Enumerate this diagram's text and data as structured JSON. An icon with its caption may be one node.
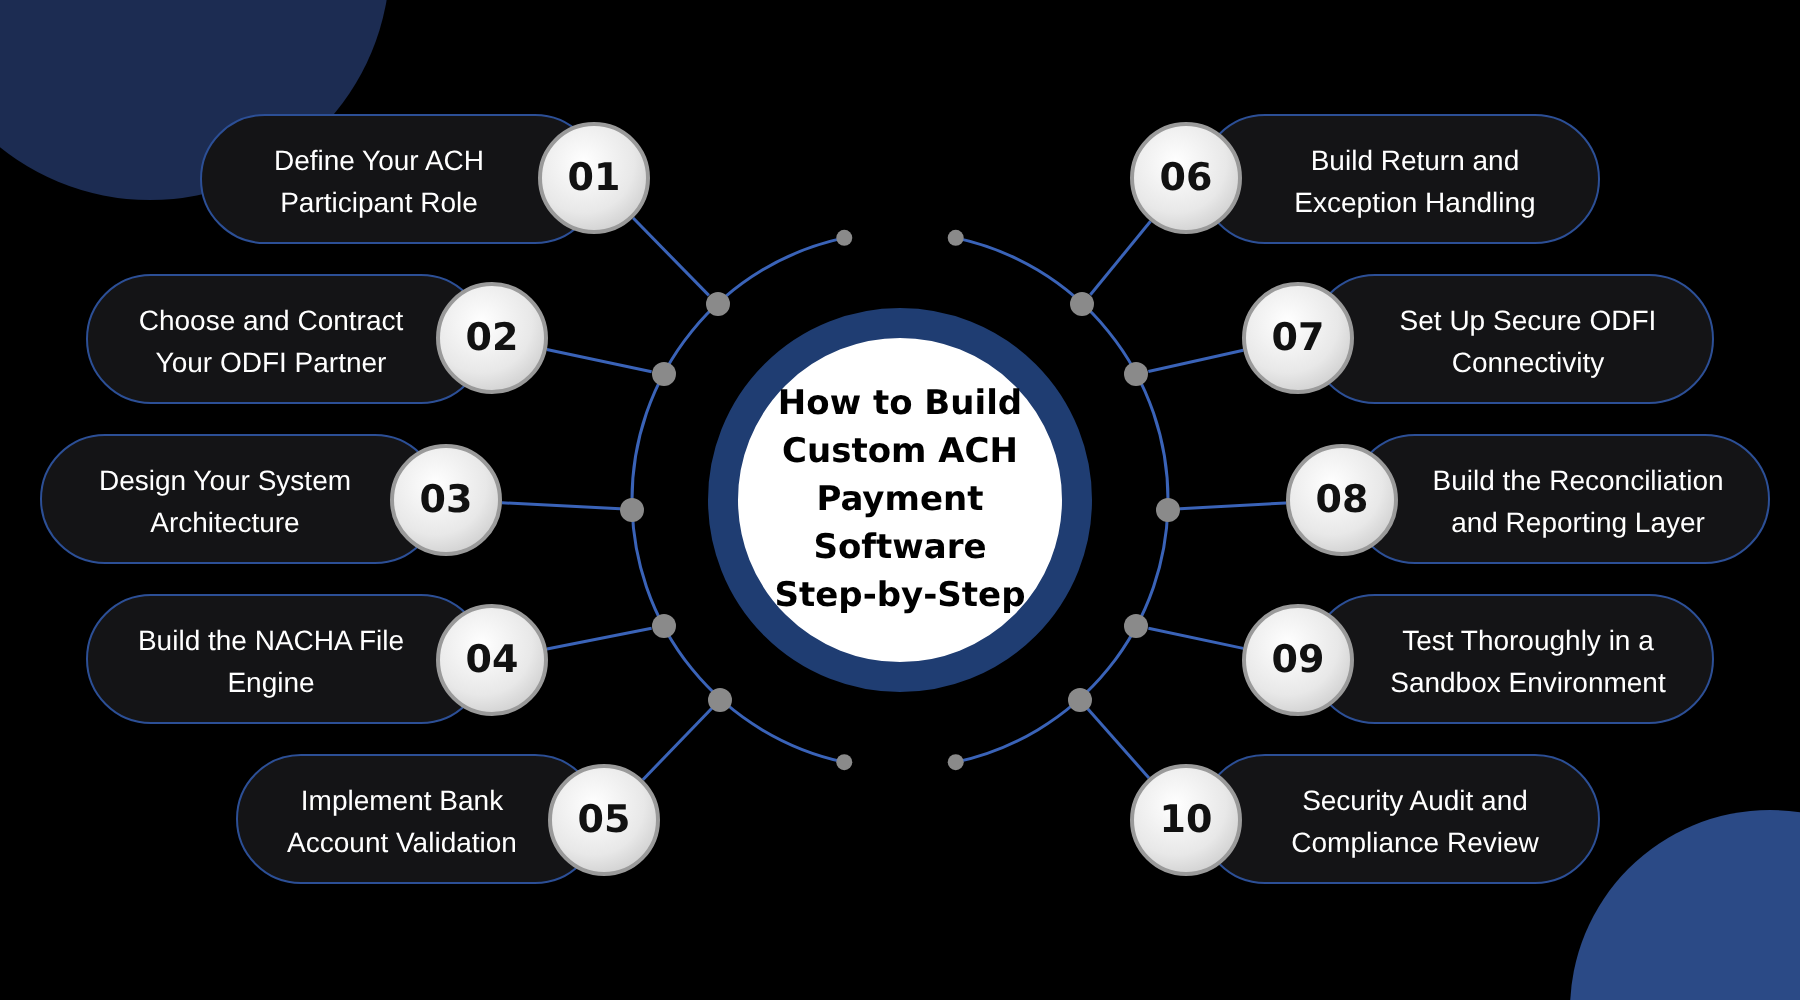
{
  "diagram": {
    "nodes": [
      {
        "text": [
          "How to Build Custom ACH Payment Software Step-by-Step"
        ]
      },
      {
        "text": [
          "Define Your ACH Participant Role",
          "01"
        ]
      },
      {
        "text": [
          "Choose and Contract Your ODFI Partner",
          "02"
        ]
      },
      {
        "text": [
          "Design Your System Architecture",
          "03"
        ]
      },
      {
        "text": [
          "Build the NACHA File Engine",
          "04"
        ]
      },
      {
        "text": [
          "Implement Bank Account Validation",
          "05"
        ]
      },
      {
        "text": [
          "06",
          "Build Return and Exception Handling"
        ]
      },
      {
        "text": [
          "07",
          "Set Up Secure ODFI Connectivity"
        ]
      },
      {
        "text": [
          "08",
          "Build the Reconciliation and Reporting Layer"
        ]
      },
      {
        "text": [
          "09",
          "Test Thoroughly in a Sandbox Environment"
        ]
      },
      {
        "text": [
          "10",
          "Security Audit and Compliance Review"
        ]
      },
      {
        "text": [],
        "shape": "circle"
      },
      {
        "text": [],
        "shape": "circle"
      },
      {
        "text": [],
        "shape": "circle"
      },
      {
        "text": [],
        "shape": "circle"
      },
      {
        "text": [],
        "shape": "circle"
      },
      {
        "text": [],
        "shape": "circle"
      },
      {
        "text": [],
        "shape": "circle"
      },
      {
        "text": [],
        "shape": "circle"
      },
      {
        "text": [],
        "shape": "circle"
      },
      {
        "text": [],
        "shape": "circle"
      }
    ],
    "edges": [
      {
        "from": 1,
        "to": 11,
        "arrow": "none"
      },
      {
        "from": 2,
        "to": 12,
        "arrow": "none"
      },
      {
        "from": 3,
        "to": 13,
        "arrow": "none"
      },
      {
        "from": 4,
        "to": 14,
        "arrow": "none"
      },
      {
        "from": 5,
        "to": 15,
        "arrow": "none"
      },
      {
        "from": 6,
        "to": 16,
        "arrow": "none"
      },
      {
        "from": 7,
        "to": 17,
        "arrow": "none"
      },
      {
        "from": 8,
        "to": 18,
        "arrow": "none"
      },
      {
        "from": 9,
        "to": 19,
        "arrow": "none"
      },
      {
        "from": 10,
        "to": 20,
        "arrow": "none"
      }
    ]
  }
}
